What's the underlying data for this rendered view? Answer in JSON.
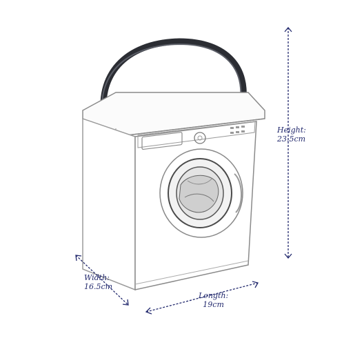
{
  "product": {
    "kind": "storage box shaped like a front-loading washing machine",
    "handle_color": "#2b2d33",
    "outline_color": "#8a8a8a",
    "dimension_color": "#232a6e"
  },
  "dimensions": {
    "height": {
      "label": "Height:",
      "value": "23.5cm"
    },
    "width": {
      "label": "Width:",
      "value": "16.5cm"
    },
    "length": {
      "label": "Length:",
      "value": "19cm"
    }
  }
}
